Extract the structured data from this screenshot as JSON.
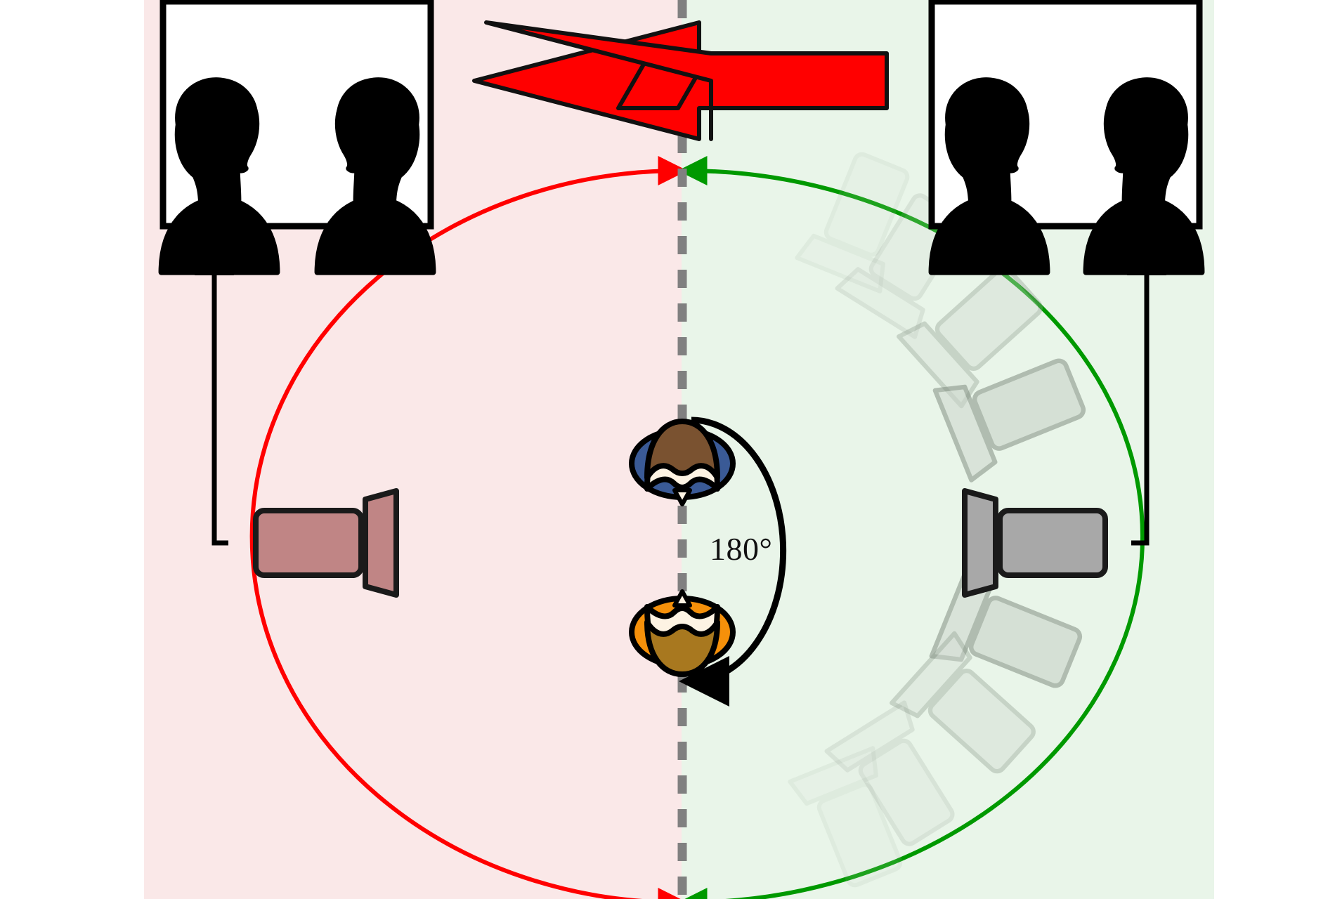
{
  "figure": {
    "title": "180-degree camera viewpoint rotation diagram",
    "panels": {
      "left": {
        "name": "left-half-panel",
        "background_color": "#fae8e8",
        "accent_color": "#ff0000",
        "camera_color": "#c08585",
        "arc_color": "#ff0000",
        "description_label": ""
      },
      "right": {
        "name": "right-half-panel",
        "background_color": "#e9f5e9",
        "accent_color": "#009900",
        "camera_color": "#a8a8a8",
        "arc_color": "#009900",
        "description_label": ""
      }
    },
    "divider": {
      "name": "center-dashed-divider",
      "color": "#808080",
      "style": "dashed"
    },
    "annotation": {
      "angle_label": "180°",
      "angle_value": 180,
      "angle_unit": "degrees",
      "angle_arc_color": "#000000"
    },
    "swap_arrows": {
      "name": "bidirectional-swap-arrow",
      "color": "#ff0000",
      "outline_color": "#111111",
      "left_label": "",
      "right_label": "",
      "direction": "bidirectional"
    },
    "thumbnails": {
      "left": {
        "name": "left-view-thumbnail",
        "frame_color": "#000000",
        "background": "#ffffff",
        "persons": [
          {
            "position": "left",
            "shirt_color": "#3a5a96",
            "hair_color": "#7a5230",
            "skin_color": "#fdf3e3",
            "facing": "right"
          },
          {
            "position": "right",
            "shirt_color": "#f5900a",
            "hair_color": "#b8882c",
            "skin_color": "#fdf3e3",
            "facing": "left"
          }
        ]
      },
      "right": {
        "name": "right-view-thumbnail",
        "frame_color": "#000000",
        "background": "#ffffff",
        "persons": [
          {
            "position": "left",
            "shirt_color": "#f5900a",
            "hair_color": "#b8882c",
            "skin_color": "#fdf3e3",
            "facing": "right"
          },
          {
            "position": "right",
            "shirt_color": "#3a5a96",
            "hair_color": "#7a5230",
            "skin_color": "#fdf3e3",
            "facing": "left"
          }
        ]
      }
    },
    "subjects": [
      {
        "name": "subject-top-head",
        "shirt_color": "#3a5a96",
        "hair_color": "#7a5230",
        "skin_color": "#fdf3e3",
        "orientation": "facing-down"
      },
      {
        "name": "subject-bottom-head",
        "shirt_color": "#f5900a",
        "hair_color": "#a8781f",
        "skin_color": "#fdf3e3",
        "orientation": "facing-up"
      }
    ],
    "cameras": {
      "left_active": {
        "name": "left-camera",
        "body_color": "#c08585",
        "lens_direction": "right"
      },
      "right_active": {
        "name": "right-camera",
        "body_color": "#a8a8a8",
        "lens_direction": "left"
      },
      "ghost_count": 8,
      "ghost_color": "#b8c4b8"
    },
    "connector_arrows": {
      "left": {
        "name": "left-camera-to-thumbnail-connector",
        "color": "#000000"
      },
      "right": {
        "name": "right-camera-to-thumbnail-connector",
        "color": "#000000"
      }
    }
  }
}
